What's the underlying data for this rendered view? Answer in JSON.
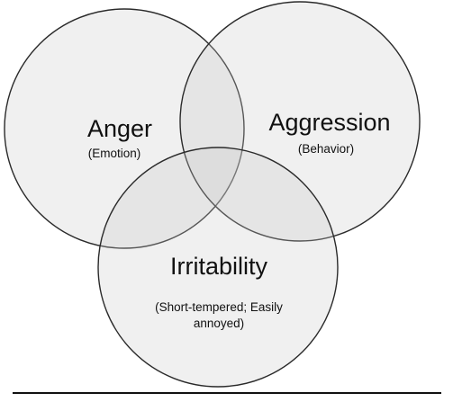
{
  "diagram": {
    "sets": [
      {
        "id": "anger",
        "label": "Anger",
        "sublabel_lines": [
          "(Emotion)"
        ]
      },
      {
        "id": "aggression",
        "label": "Aggression",
        "sublabel_lines": [
          "(Behavior)"
        ]
      },
      {
        "id": "irritability",
        "label": "Irritability",
        "sublabel_lines": [
          "(Short-tempered; Easily",
          "annoyed)"
        ]
      }
    ],
    "colors": {
      "circle_fill": "#c8c8c8",
      "circle_stroke": "#2a2a2a",
      "text": "#111111",
      "background": "#ffffff"
    }
  }
}
